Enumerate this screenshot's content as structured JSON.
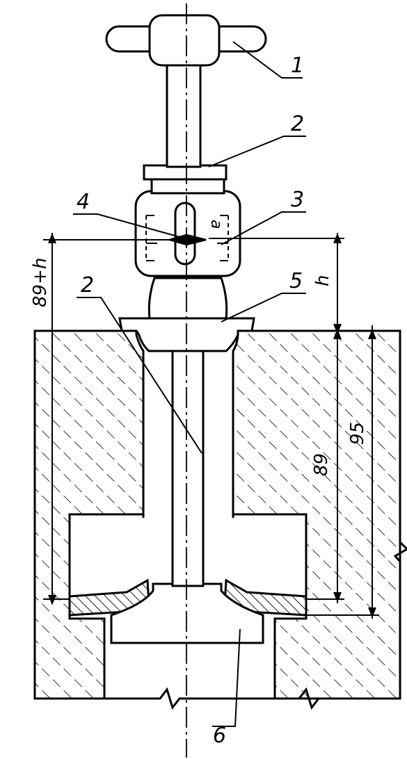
{
  "figure": {
    "callouts": {
      "handle": "1",
      "stem_collar": "2",
      "stem": "2",
      "scale_body": "3",
      "pointer": "4",
      "guide_flange": "5",
      "valve_plate": "6"
    },
    "scale_mark": "a",
    "dimensions": {
      "overall": "89+h",
      "offset": "h",
      "depth_inner": "89",
      "depth_outer": "95"
    }
  }
}
